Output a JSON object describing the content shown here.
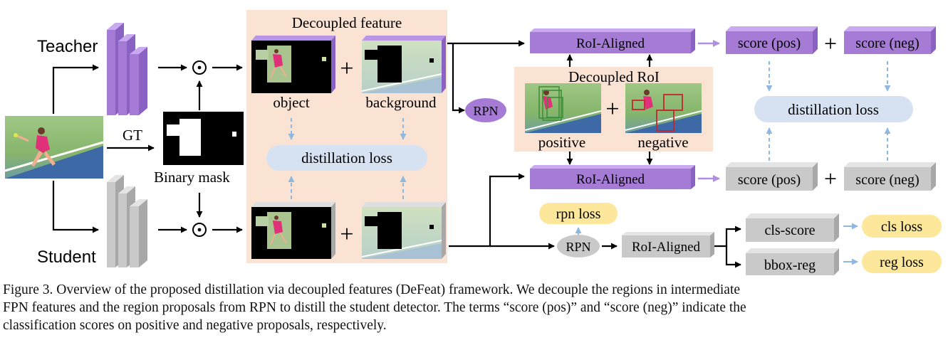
{
  "labels": {
    "teacher": "Teacher",
    "student": "Student",
    "gt": "GT",
    "binary_mask": "Binary mask",
    "decoupled_feature": "Decoupled feature",
    "object": "object",
    "background": "background",
    "distillation_loss_feature": "distillation loss",
    "rpn_top": "RPN",
    "rpn_bottom": "RPN",
    "decoupled_roi": "Decoupled RoI",
    "positive": "positive",
    "negative": "negative",
    "roi_aligned_top": "RoI-Aligned",
    "roi_aligned_mid": "RoI-Aligned",
    "roi_aligned_bottom": "RoI-Aligned",
    "score_pos_top": "score (pos)",
    "score_neg_top": "score (neg)",
    "score_pos_bottom": "score (pos)",
    "score_neg_bottom": "score (neg)",
    "distillation_loss_score": "distillation loss",
    "rpn_loss": "rpn loss",
    "cls_score": "cls-score",
    "bbox_reg": "bbox-reg",
    "cls_loss": "cls loss",
    "reg_loss": "reg loss",
    "plus": "+",
    "odot": "⊙"
  },
  "caption": {
    "line1": "Figure 3. Overview of the proposed distillation via decoupled features (DeFeat) framework.  We decouple the regions in intermediate",
    "line2": "FPN features and the region proposals from RPN to distill the student detector. The terms “score (pos)” and “score (neg)” indicate the",
    "line3": "classification scores on positive and negative proposals, respectively."
  },
  "colors": {
    "teacher_purple": "#a57bd6",
    "student_gray": "#c9c9c9",
    "panel_peach": "#fbe3d4",
    "loss_blue": "#d6e2f2",
    "loss_yellow": "#fde79a",
    "arrow_blue": "#8fb8e0",
    "arrow_purple": "#b48ee0"
  }
}
